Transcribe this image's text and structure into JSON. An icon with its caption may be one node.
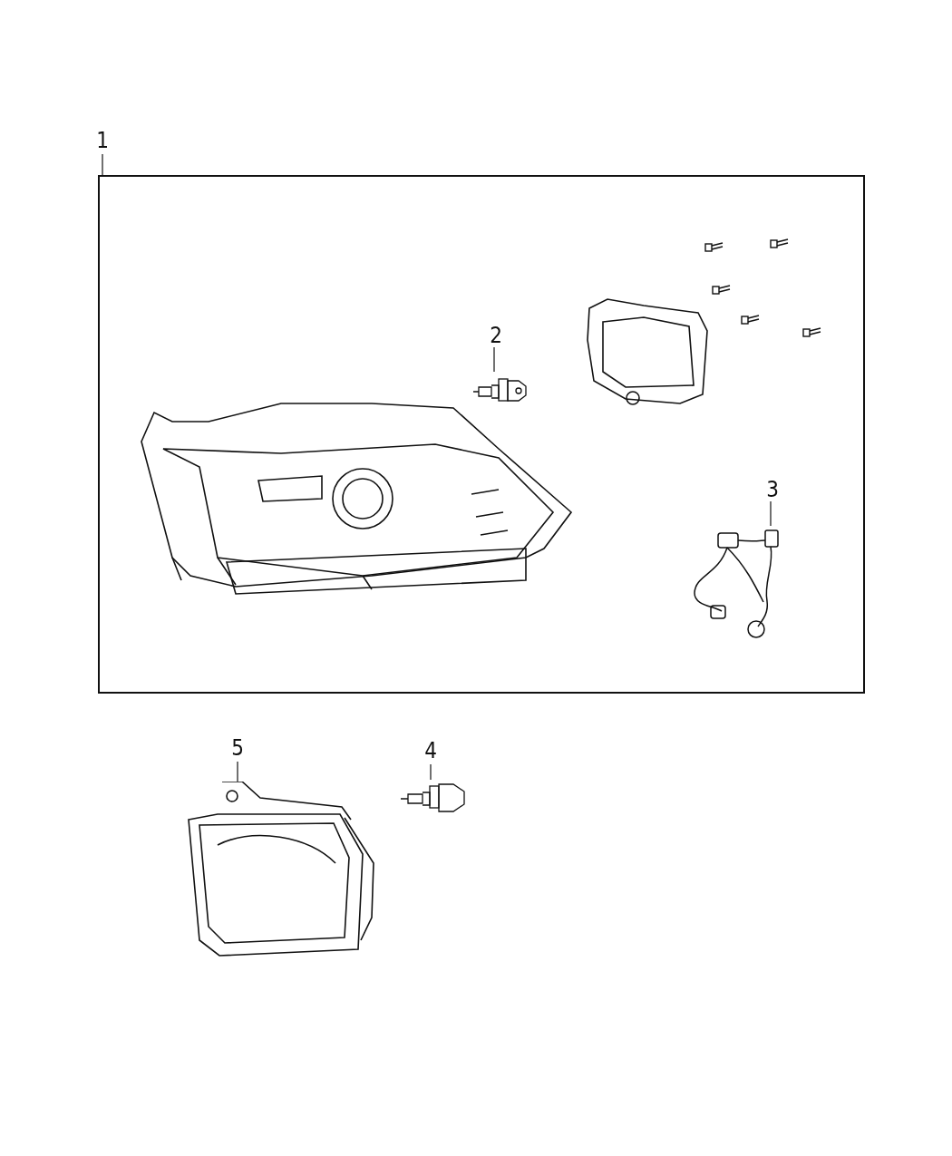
{
  "diagram": {
    "nodes": [
      {
        "text": [
          "1"
        ]
      },
      {
        "text": [],
        "shape": "box"
      },
      {
        "text": [
          "2"
        ],
        "in": 1
      },
      {
        "text": [],
        "shape": "picture",
        "in": 1
      },
      {
        "text": [
          "3"
        ],
        "in": 1
      },
      {
        "text": [],
        "shape": "picture",
        "in": 1
      },
      {
        "text": [
          "5"
        ]
      },
      {
        "text": [],
        "shape": "picture"
      },
      {
        "text": [
          "4"
        ]
      },
      {
        "text": [],
        "shape": "picture"
      }
    ],
    "edges": [
      {
        "from": 0,
        "to": 1,
        "arrow": "none"
      },
      {
        "from": 2,
        "to": 3,
        "arrow": "none"
      },
      {
        "from": 4,
        "to": 5,
        "arrow": "none"
      },
      {
        "from": 6,
        "to": 7,
        "arrow": "none"
      },
      {
        "from": 8,
        "to": 9,
        "arrow": "none"
      }
    ]
  }
}
